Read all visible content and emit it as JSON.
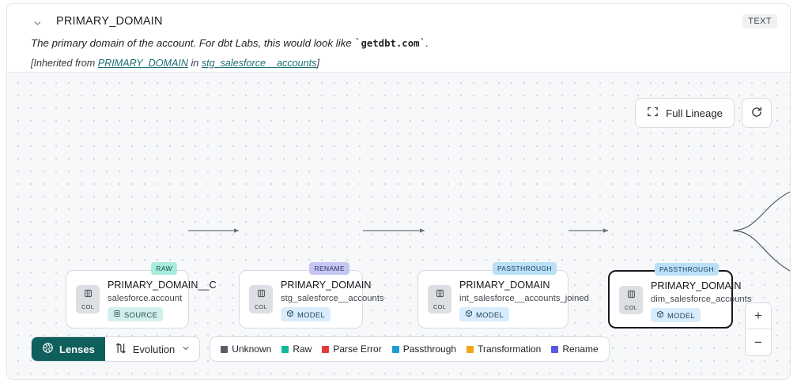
{
  "header": {
    "chevron_icon": "chevron-down-icon",
    "title": "PRIMARY_DOMAIN",
    "type_badge": "TEXT",
    "description_prefix": "The primary domain of the account. For dbt Labs, this would look like ",
    "description_code": "getdbt.com",
    "description_suffix": ".",
    "inherited_prefix": "[Inherited from ",
    "inherited_link": "PRIMARY_DOMAIN",
    "inherited_middle": " in ",
    "inherited_source": "stg_salesforce__accounts",
    "inherited_suffix": "]"
  },
  "canvas": {
    "full_lineage_label": "Full Lineage",
    "full_lineage_icon": "expand-corners-icon",
    "refresh_icon": "refresh-icon",
    "zoom_in_label": "+",
    "zoom_out_label": "−",
    "nodes": [
      {
        "tag": "RAW",
        "tag_style": "raw",
        "col_label": "COL",
        "name": "PRIMARY_DOMAIN__C",
        "subtitle": "salesforce.account",
        "kind": "SOURCE",
        "kind_style": "source",
        "kind_icon": "database-icon",
        "selected": false
      },
      {
        "tag": "RENAME",
        "tag_style": "ren",
        "col_label": "COL",
        "name": "PRIMARY_DOMAIN",
        "subtitle": "stg_salesforce__accounts",
        "kind": "MODEL",
        "kind_style": "model",
        "kind_icon": "cube-icon",
        "selected": false
      },
      {
        "tag": "PASSTHROUGH",
        "tag_style": "pass",
        "col_label": "COL",
        "name": "PRIMARY_DOMAIN",
        "subtitle": "int_salesforce__accounts_joined",
        "kind": "MODEL",
        "kind_style": "model",
        "kind_icon": "cube-icon",
        "selected": false
      },
      {
        "tag": "PASSTHROUGH",
        "tag_style": "pass",
        "col_label": "COL",
        "name": "PRIMARY_DOMAIN",
        "subtitle": "dim_salesforce_accounts",
        "kind": "MODEL",
        "kind_style": "model",
        "kind_icon": "cube-icon",
        "selected": true
      }
    ]
  },
  "bottom": {
    "lenses_label": "Lenses",
    "lenses_icon": "aperture-icon",
    "evolution_label": "Evolution",
    "evolution_icon": "evolution-icon",
    "evolution_chevron": "chevron-down-icon",
    "legend": [
      {
        "label": "Unknown",
        "color": "#585e66"
      },
      {
        "label": "Raw",
        "color": "#11b89a"
      },
      {
        "label": "Parse Error",
        "color": "#e03b3b"
      },
      {
        "label": "Passthrough",
        "color": "#1a9ddb"
      },
      {
        "label": "Transformation",
        "color": "#f2a614"
      },
      {
        "label": "Rename",
        "color": "#5a56e8"
      }
    ]
  }
}
